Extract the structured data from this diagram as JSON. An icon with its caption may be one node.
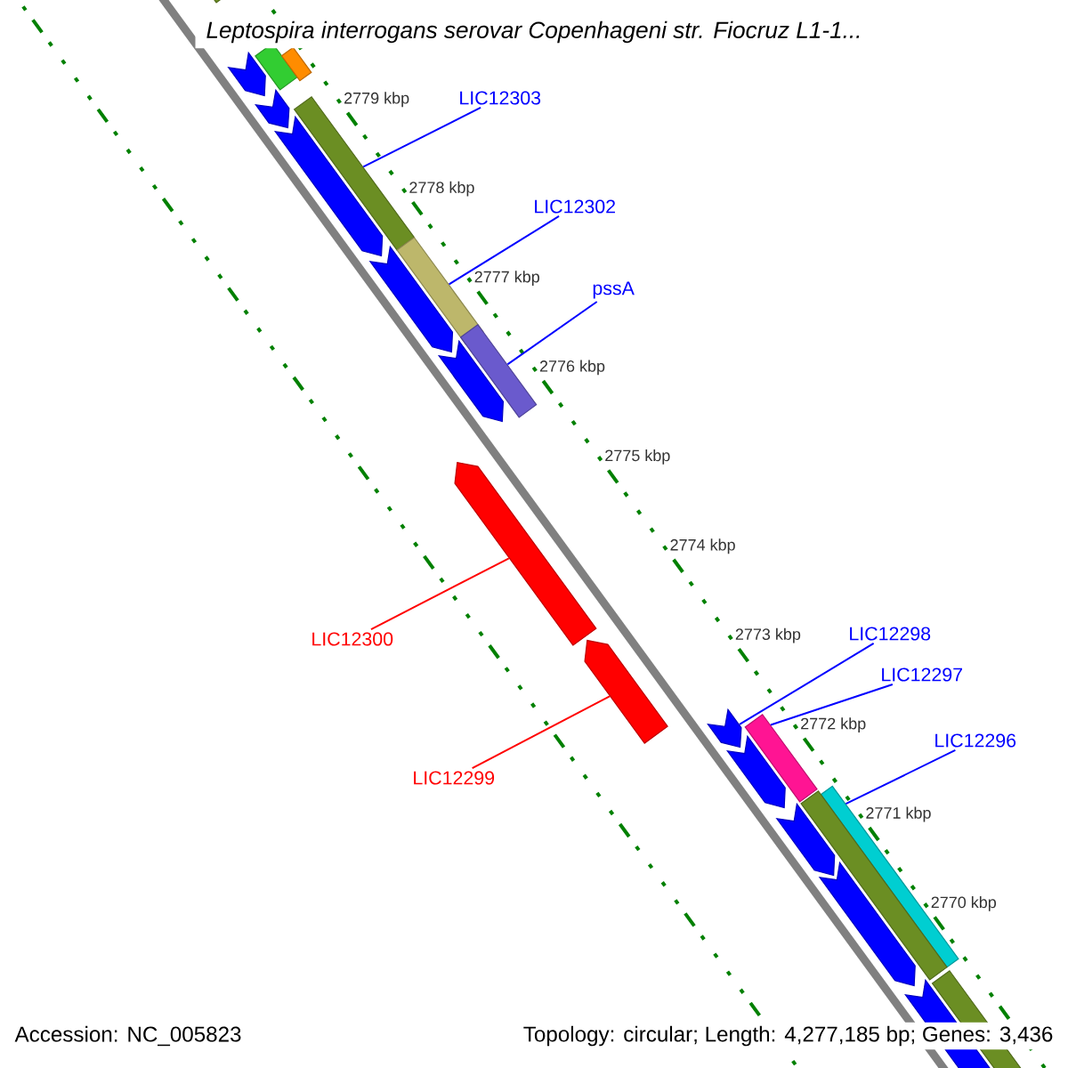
{
  "diagram": {
    "title": "Leptospira interrogans serovar Copenhageni str. Fiocruz L1-1...",
    "nodes": [
      {
        "text": [
          "LIC12303"
        ]
      },
      {
        "text": [
          "LIC12302"
        ]
      },
      {
        "text": [
          "pssA"
        ]
      },
      {
        "text": [
          "LIC12298"
        ]
      },
      {
        "text": [
          "LIC12300"
        ]
      },
      {
        "text": [
          "LIC12297"
        ]
      },
      {
        "text": [
          "LIC12296"
        ]
      },
      {
        "text": [
          "LIC12299"
        ]
      },
      {
        "text": [],
        "shape": "bar"
      },
      {
        "text": [],
        "shape": "bar"
      },
      {
        "text": [],
        "shape": "bar"
      },
      {
        "text": [],
        "shape": "arrow"
      },
      {
        "text": [],
        "shape": "arrow"
      },
      {
        "text": [],
        "shape": "arrow"
      },
      {
        "text": [],
        "shape": "bar"
      },
      {
        "text": [],
        "shape": "bar"
      },
      {
        "text": [],
        "shape": "arrow"
      },
      {
        "text": [],
        "shape": "bar"
      },
      {
        "text": [],
        "shape": "bar"
      },
      {
        "text": [],
        "shape": "bar"
      },
      {
        "text": [],
        "shape": "arrow"
      },
      {
        "text": [],
        "shape": "arrow"
      },
      {
        "text": [],
        "shape": "arrow"
      },
      {
        "text": [],
        "shape": "arrow"
      },
      {
        "text": [],
        "shape": "arrow"
      },
      {
        "text": [],
        "shape": "arrow"
      },
      {
        "text": [],
        "shape": "bar"
      },
      {
        "text": [],
        "shape": "arrow"
      },
      {
        "text": [],
        "shape": "arrow"
      },
      {
        "text": [],
        "shape": "bar"
      }
    ],
    "edges": [
      {
        "from": 0,
        "to": 8,
        "arrow": "none"
      },
      {
        "from": 1,
        "to": 9,
        "arrow": "none"
      },
      {
        "from": 2,
        "to": 10,
        "arrow": "none"
      },
      {
        "from": 3,
        "to": 13,
        "arrow": "none"
      },
      {
        "from": 4,
        "to": 11,
        "arrow": "none",
        "color": "#ff0000"
      },
      {
        "from": 5,
        "to": 14,
        "arrow": "none"
      },
      {
        "from": 6,
        "to": 15,
        "arrow": "none"
      },
      {
        "from": 7,
        "to": 12,
        "arrow": "none",
        "color": "#ff0000"
      }
    ],
    "labels": [
      "2779 kbp",
      "2778 kbp",
      "2777 kbp",
      "2776 kbp",
      "2775 kbp",
      "2774 kbp",
      "2773 kbp",
      "2772 kbp",
      "2771 kbp",
      "2770 kbp",
      "Accession: NC_005823",
      "Topology: circular; Length: 4,277,185 bp; Genes: 3,436"
    ]
  }
}
